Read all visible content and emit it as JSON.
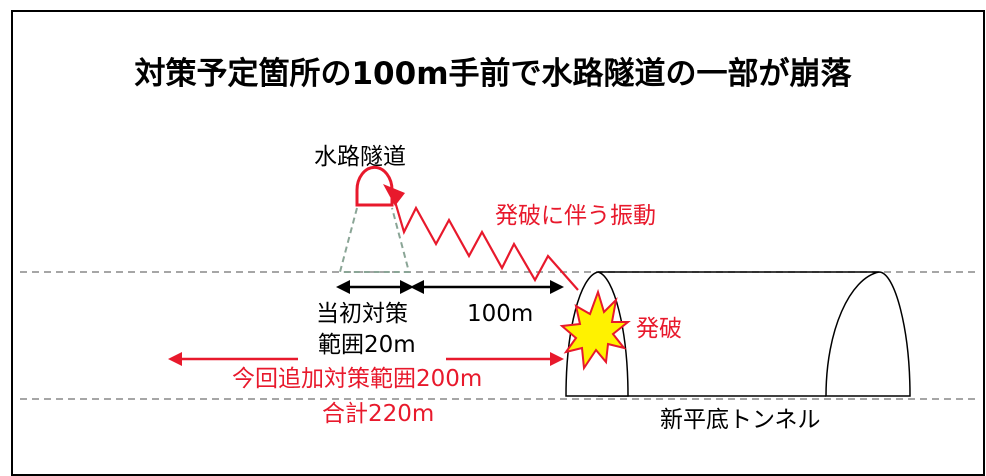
{
  "diagram": {
    "title": "対策予定箇所の100m手前で水路隧道の一部が崩落",
    "labels": {
      "waterway_tunnel": "水路隧道",
      "blast_vibration": "発破に伴う振動",
      "initial_range_line1": "当初対策",
      "initial_range_line2": "範囲20m",
      "distance": "100m",
      "blast": "発破",
      "additional_range": "今回追加対策範囲200m",
      "total": "合計220m",
      "new_tunnel": "新平底トンネル"
    },
    "colors": {
      "accent_red": "#e8192c",
      "dashed_gray": "#888888",
      "cone_green": "#8aa596",
      "burst_yellow": "#fff200"
    }
  }
}
